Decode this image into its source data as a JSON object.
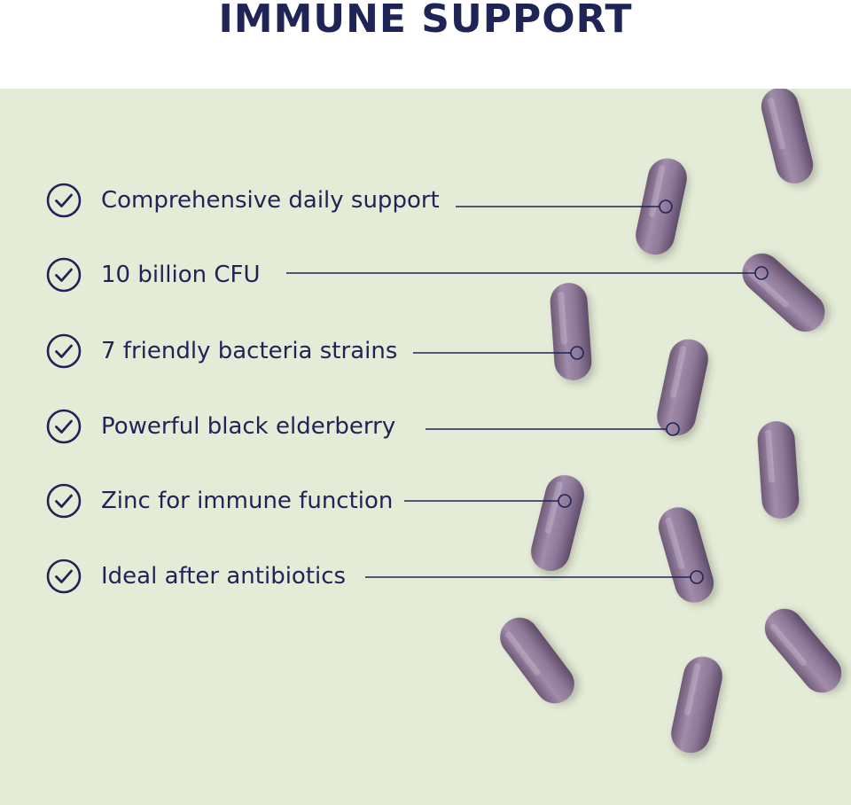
{
  "header": {
    "title": "IMMUNE SUPPORT"
  },
  "features": [
    {
      "label": "Comprehensive daily support"
    },
    {
      "label": "10 billion CFU"
    },
    {
      "label": "7 friendly bacteria strains"
    },
    {
      "label": "Powerful black elderberry"
    },
    {
      "label": "Zinc for immune function"
    },
    {
      "label": "Ideal after antibiotics"
    }
  ],
  "colors": {
    "text": "#1f2457",
    "panel_background": "#e4ecd7",
    "capsule": "#8a7394"
  },
  "icons": {
    "feature_marker": "check-circle-icon"
  }
}
